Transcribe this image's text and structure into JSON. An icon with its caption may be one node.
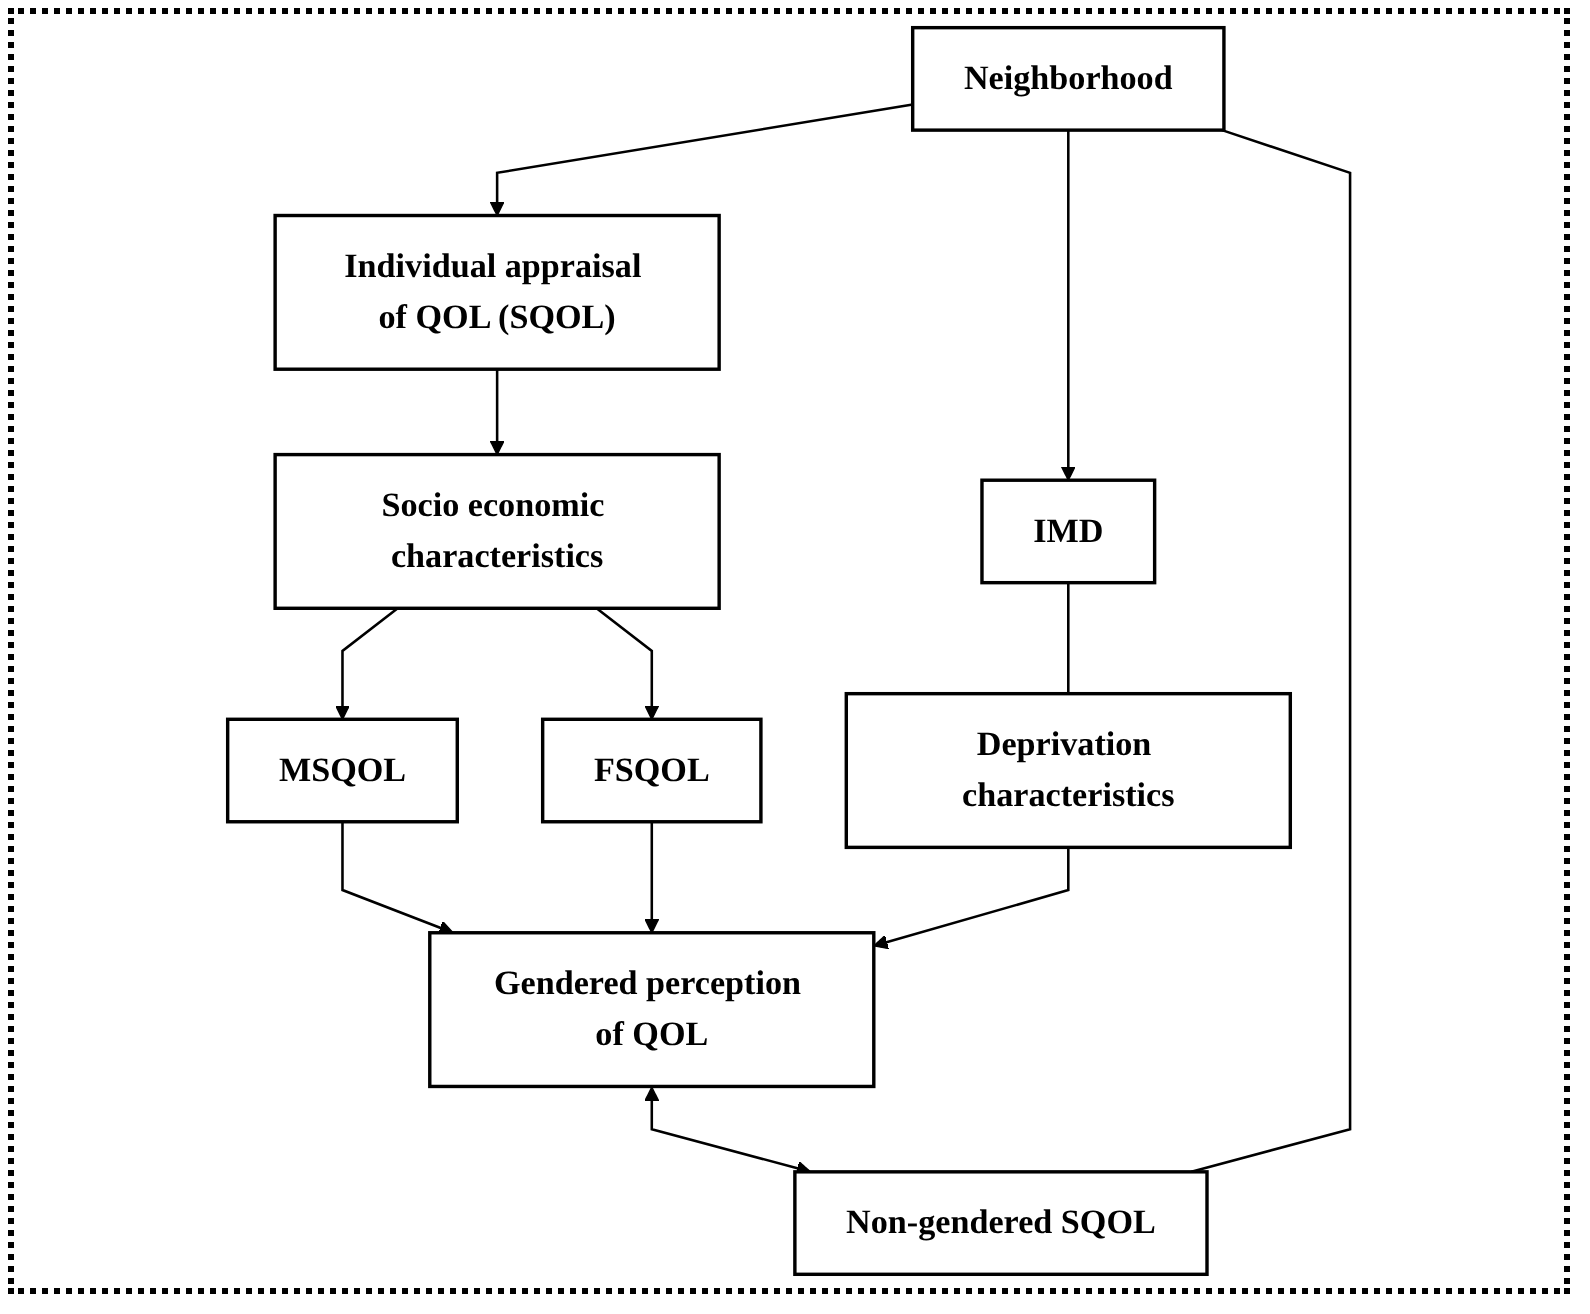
{
  "diagram": {
    "nodes": [
      {
        "text": [
          "Neighborhood"
        ]
      },
      {
        "text": [
          "Individual appraisal of QOL (SQOL)"
        ]
      },
      {
        "text": [
          "IMD"
        ]
      },
      {
        "text": [
          "Socio economic characteristics"
        ]
      },
      {
        "text": [
          "Deprivation characteristics"
        ]
      },
      {
        "text": [
          "MSQOL"
        ]
      },
      {
        "text": [
          "FSQOL"
        ]
      },
      {
        "text": [
          "Gendered perception of QOL"
        ]
      },
      {
        "text": [
          "Non-gendered SQOL"
        ]
      }
    ],
    "edges": [
      {
        "from": 0,
        "to": 1,
        "arrow": "to"
      },
      {
        "from": 0,
        "to": 2,
        "arrow": "to"
      },
      {
        "from": 1,
        "to": 3,
        "arrow": "to"
      },
      {
        "from": 2,
        "to": 4,
        "arrow": "none"
      },
      {
        "from": 3,
        "to": 5,
        "arrow": "to"
      },
      {
        "from": 3,
        "to": 6,
        "arrow": "to"
      },
      {
        "from": 5,
        "to": 7,
        "arrow": "to"
      },
      {
        "from": 6,
        "to": 7,
        "arrow": "to"
      },
      {
        "from": 4,
        "to": 7,
        "arrow": "to"
      },
      {
        "from": 7,
        "to": 8,
        "arrow": "both"
      },
      {
        "from": 0,
        "to": 8,
        "arrow": "none"
      }
    ]
  }
}
